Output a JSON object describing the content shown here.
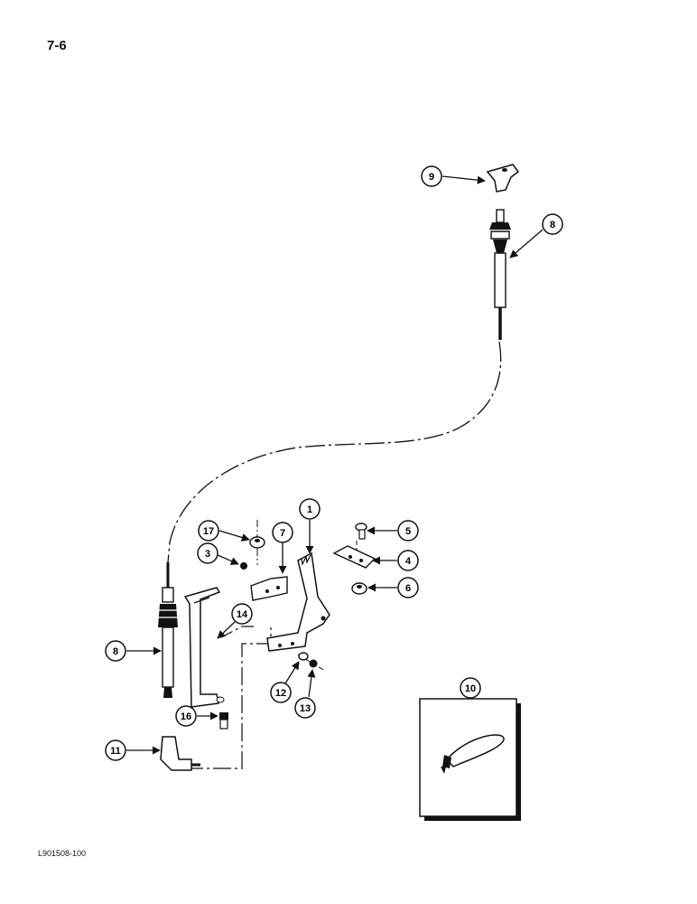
{
  "page": {
    "number": "7-6",
    "figure_code": "L901508-100"
  },
  "colors": {
    "ink": "#111111",
    "paper": "#ffffff"
  },
  "callouts": [
    {
      "id": "c9",
      "label": "9"
    },
    {
      "id": "c8a",
      "label": "8"
    },
    {
      "id": "c1",
      "label": "1"
    },
    {
      "id": "c17",
      "label": "17"
    },
    {
      "id": "c7",
      "label": "7"
    },
    {
      "id": "c5",
      "label": "5"
    },
    {
      "id": "c3",
      "label": "3"
    },
    {
      "id": "c4",
      "label": "4"
    },
    {
      "id": "c6",
      "label": "6"
    },
    {
      "id": "c14",
      "label": "14"
    },
    {
      "id": "c8b",
      "label": "8"
    },
    {
      "id": "c10",
      "label": "10"
    },
    {
      "id": "c12",
      "label": "12"
    },
    {
      "id": "c13",
      "label": "13"
    },
    {
      "id": "c16",
      "label": "16"
    },
    {
      "id": "c11",
      "label": "11"
    }
  ]
}
